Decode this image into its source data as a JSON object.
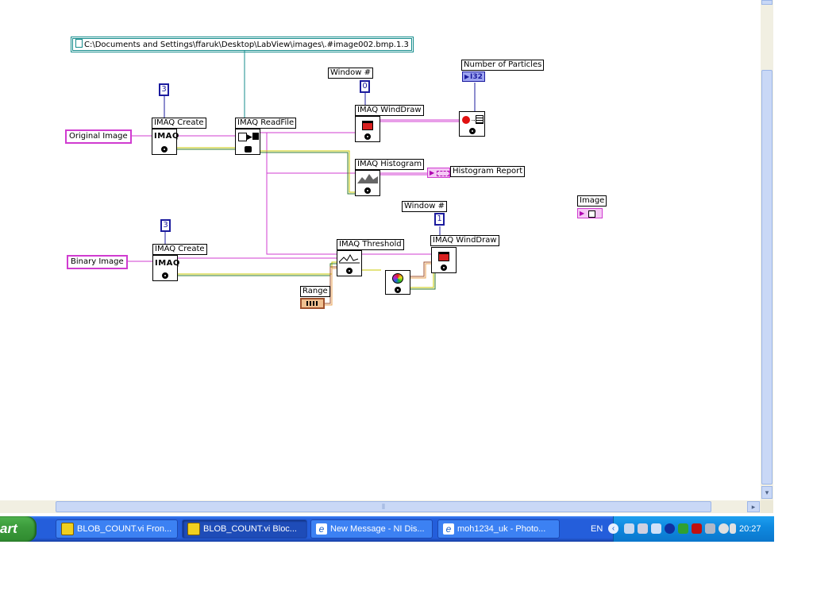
{
  "diagram": {
    "path_constant": "C:\\Documents and Settings\\ffaruk\\Desktop\\LabView\\images\\.#image002.bmp.1.3",
    "const_3_top": "3",
    "const_3_bottom": "3",
    "const_window_0": "0",
    "const_window_1": "1",
    "labels": {
      "imaq_create_1": "IMAQ Create",
      "imaq_create_2": "IMAQ Create",
      "imaq_readfile": "IMAQ ReadFile",
      "imaq_winddraw_1": "IMAQ WindDraw",
      "imaq_winddraw_2": "IMAQ WindDraw",
      "imaq_histogram": "IMAQ Histogram",
      "imaq_threshold": "IMAQ Threshold",
      "window_num_1": "Window #",
      "window_num_2": "Window #",
      "number_of_particles": "Number of Particles",
      "histogram_report": "Histogram Report",
      "image": "Image",
      "range": "Range",
      "original_image": "Original Image",
      "binary_image": "Binary Image"
    },
    "terminals": {
      "i32": "I32",
      "imaq": "IMAQ"
    },
    "colors": {
      "image_wire": "#d03cd0",
      "error_wire": "#c8c800",
      "numeric_wire": "#1b1b9e",
      "path_wire": "#148c8c",
      "cluster_wire": "#a0522d"
    }
  },
  "taskbar": {
    "start": "art",
    "tasks": [
      {
        "label": "BLOB_COUNT.vi Fron...",
        "active": false
      },
      {
        "label": "BLOB_COUNT.vi Bloc...",
        "active": true
      },
      {
        "label": "New Message - NI Dis...",
        "active": false
      },
      {
        "label": "moh1234_uk - Photo...",
        "active": false
      }
    ],
    "language": "EN",
    "clock": "20:27"
  }
}
